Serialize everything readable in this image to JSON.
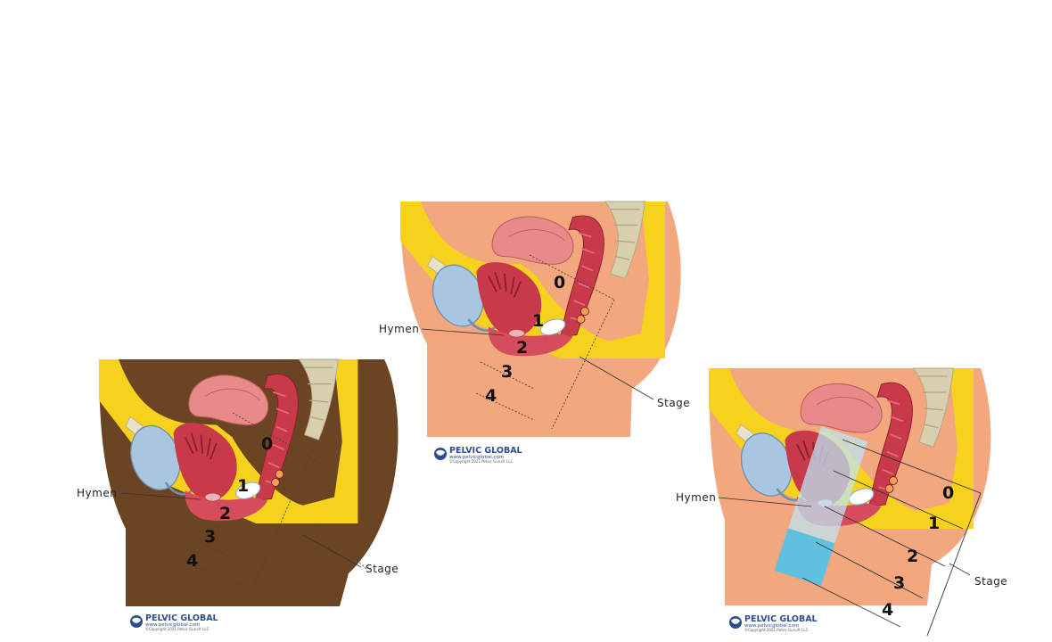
{
  "colors": {
    "skin_light": "#f2a77f",
    "skin_dark": "#6b4423",
    "fat": "#f6d21d",
    "muscle": "#c83a4a",
    "uterus": "#e98a8a",
    "bladder": "#a9c6e0",
    "bone": "#d8cfae",
    "device": "#5fc0e0"
  },
  "panels": [
    {
      "id": "left",
      "skin": "dark",
      "hymen_label": "Hymen",
      "stage_label": "Stage",
      "stages": [
        "0",
        "1",
        "2",
        "3",
        "4"
      ],
      "logo": {
        "title": "PELVIC GLOBAL",
        "url": "www.pelvicglobal.com",
        "copyright": "©Copyright 2021 Pelvic Guru® LLC"
      }
    },
    {
      "id": "center",
      "skin": "light",
      "hymen_label": "Hymen",
      "stage_label": "Stage",
      "stages": [
        "0",
        "1",
        "2",
        "3",
        "4"
      ],
      "logo": {
        "title": "PELVIC GLOBAL",
        "url": "www.pelvicglobal.com",
        "copyright": "©Copyright 2021 Pelvic Guru® LLC"
      }
    },
    {
      "id": "right",
      "skin": "light",
      "device": true,
      "hymen_label": "Hymen",
      "stage_label": "Stage",
      "stages": [
        "0",
        "1",
        "2",
        "3",
        "4"
      ],
      "logo": {
        "title": "PELVIC GLOBAL",
        "url": "www.pelvicglobal.com",
        "copyright": "©Copyright 2021 Pelvic Guru® LLC"
      }
    }
  ]
}
